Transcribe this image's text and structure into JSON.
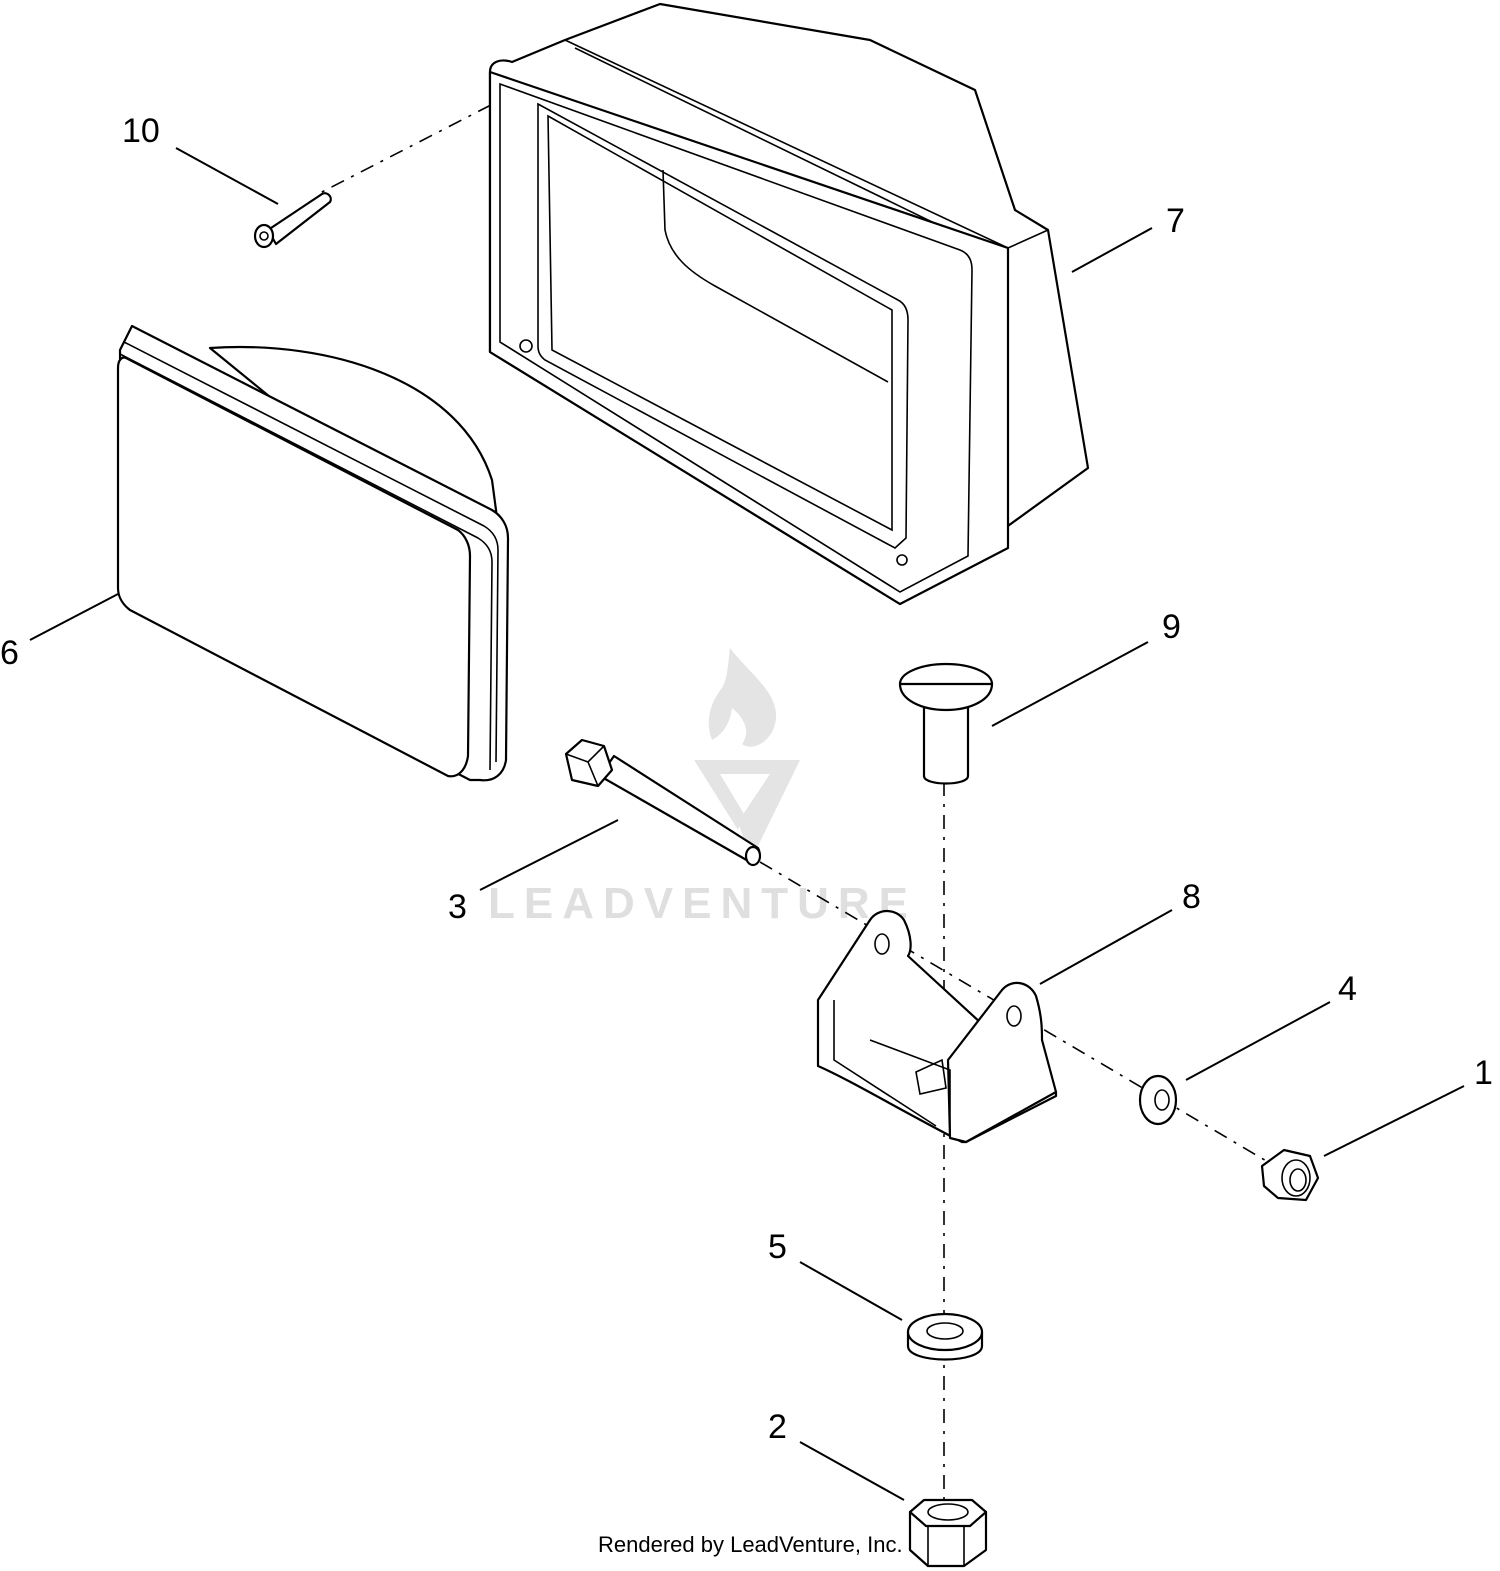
{
  "watermark": {
    "text": "LEADVENTURE"
  },
  "credit": "Rendered by LeadVenture, Inc.",
  "callouts": [
    {
      "id": "10",
      "label": "10"
    },
    {
      "id": "7",
      "label": "7"
    },
    {
      "id": "6",
      "label": "6"
    },
    {
      "id": "9",
      "label": "9"
    },
    {
      "id": "3",
      "label": "3"
    },
    {
      "id": "8",
      "label": "8"
    },
    {
      "id": "4",
      "label": "4"
    },
    {
      "id": "1",
      "label": "1"
    },
    {
      "id": "5",
      "label": "5"
    },
    {
      "id": "2",
      "label": "2"
    }
  ]
}
